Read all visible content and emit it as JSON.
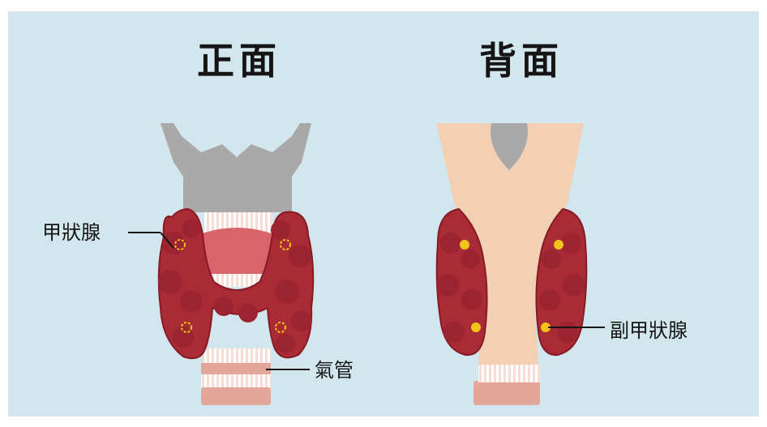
{
  "titles": {
    "front": "正面",
    "back": "背面"
  },
  "labels": {
    "thyroid": "甲狀腺",
    "trachea": "氣管",
    "parathyroid": "副甲狀腺"
  },
  "colors": {
    "background": "#d2e6ee",
    "thyroid": "#a92b36",
    "cartilage": "#a9a9a9",
    "trachea_ring": "#e2a79a",
    "trachea_stripe": "#f6dcd5",
    "throat": "#f3cfb4",
    "parathyroid": "#f0c419"
  }
}
